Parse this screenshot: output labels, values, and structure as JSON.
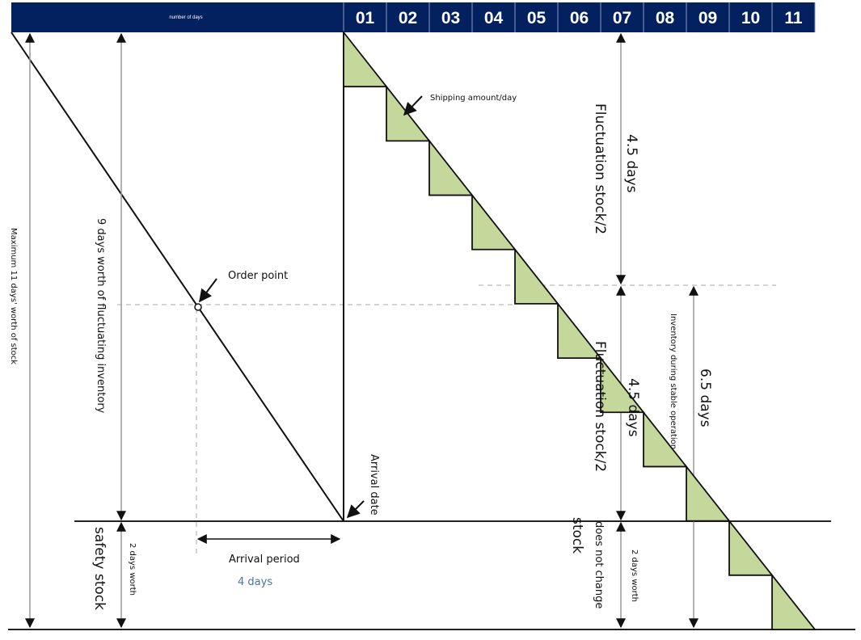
{
  "header": {
    "title": "number of days",
    "days": [
      "01",
      "02",
      "03",
      "04",
      "05",
      "06",
      "07",
      "08",
      "09",
      "10",
      "11"
    ]
  },
  "labels": {
    "max_stock": "Maximum 11 days' worth of stock",
    "fluctuating_inventory": "9 days worth of fluctuating inventory",
    "order_point": "Order point",
    "arrival_date": "Arrival date",
    "arrival_period": "Arrival period",
    "arrival_period_days": "4 days",
    "safety_stock": "safety stock",
    "safety_days": "2 days worth",
    "shipping_amount": "Shipping amount/day",
    "fluctuation_upper": "Fluctuation stock/2",
    "fluctuation_upper_days": "4.5 days",
    "fluctuation_lower": "Fluctuation stock/2",
    "fluctuation_lower_days": "4.5 days",
    "stable_inventory": "Inventory during stable operation",
    "stable_days": "6.5 days",
    "stock_unchanged_1": "stock",
    "stock_unchanged_2": "does not change",
    "right_safety_days": "2 days worth"
  },
  "colors": {
    "header_bg": "#03205f",
    "header_divider": "#8a9cc4",
    "fill": "#c5d89c",
    "line": "#111111",
    "guide": "#999999",
    "accent_text": "#4a73a8"
  }
}
